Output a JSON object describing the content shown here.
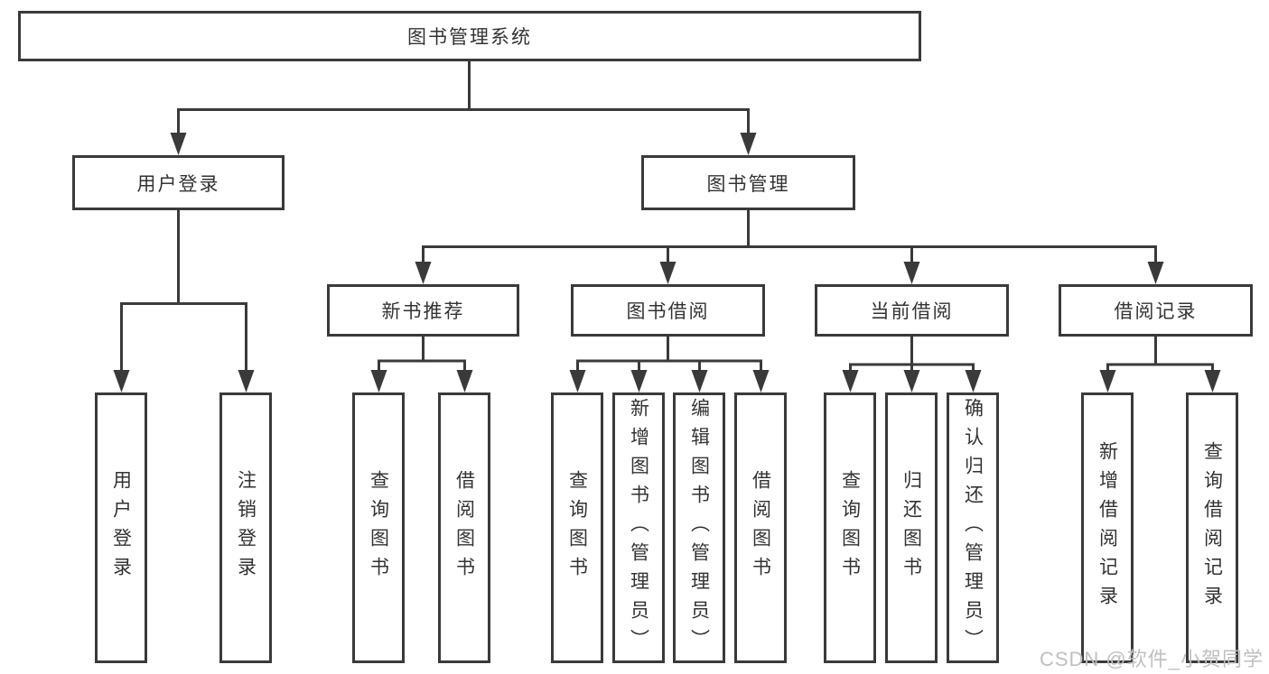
{
  "diagram": {
    "root": "图书管理系统",
    "branches": [
      {
        "label": "用户登录",
        "children": [
          "用户登录",
          "注销登录"
        ]
      },
      {
        "label": "图书管理",
        "groups": [
          {
            "label": "新书推荐",
            "children": [
              "查询图书",
              "借阅图书"
            ]
          },
          {
            "label": "图书借阅",
            "children": [
              "查询图书",
              "新增图书（管理员）",
              "编辑图书（管理员）",
              "借阅图书"
            ]
          },
          {
            "label": "当前借阅",
            "children": [
              "查询图书",
              "归还图书",
              "确认归还（管理员）"
            ]
          },
          {
            "label": "借阅记录",
            "children": [
              "新增借阅记录",
              "查询借阅记录"
            ]
          }
        ]
      }
    ]
  },
  "watermark": "CSDN @软件_小贺同学",
  "colors": {
    "line": "#3a3a3a",
    "box_border": "#3a3a3a",
    "text": "#333333",
    "watermark": "#bfbfbf",
    "background": "#ffffff"
  }
}
